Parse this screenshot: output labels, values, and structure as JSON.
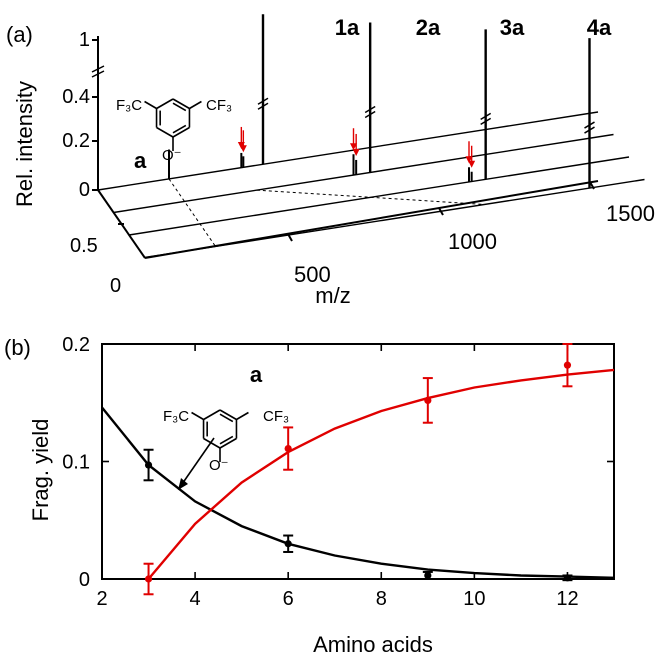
{
  "figure": {
    "panel_a_label": "(a)",
    "panel_b_label": "(b)"
  },
  "chart_data": [
    {
      "panel": "(a)",
      "type": "bar",
      "xlabel": "m/z",
      "ylabel": "Rel. intensity",
      "x_ticks": [
        "500",
        "1000",
        "1500"
      ],
      "y_ticks": [
        "0",
        "0.2",
        "0.4",
        "1"
      ],
      "depth_ticks": [
        "0",
        "0.5"
      ],
      "xlim": [
        0,
        1500
      ],
      "ylim": [
        0,
        1
      ],
      "axis_break": true,
      "peak_labels": [
        "a",
        "1a",
        "2a",
        "3a",
        "4a"
      ],
      "molecule_label": "a",
      "molecule_groups": [
        "F₃C",
        "CF₃",
        "O⁻"
      ],
      "traces": [
        {
          "peaks": [
            {
              "mz": 213,
              "y": 0.12,
              "label": "a"
            },
            {
              "mz": 430,
              "y": 0.06
            },
            {
              "mz": 436,
              "y": 0.045
            },
            {
              "mz": 495,
              "y": 1.0,
              "label": "1a"
            }
          ]
        },
        {
          "peaks": [
            {
              "mz": 720,
              "y": 0.085
            },
            {
              "mz": 728,
              "y": 0.06
            },
            {
              "mz": 770,
              "y": 1.0,
              "label": "2a"
            }
          ]
        },
        {
          "peaks": [
            {
              "mz": 1020,
              "y": 0.06
            },
            {
              "mz": 1028,
              "y": 0.04
            },
            {
              "mz": 1070,
              "y": 1.0,
              "label": "3a"
            }
          ]
        },
        {
          "peaks": [
            {
              "mz": 1335,
              "y": 1.0,
              "label": "4a"
            }
          ]
        }
      ],
      "highlight_color": "#e00000"
    },
    {
      "panel": "(b)",
      "type": "scatter",
      "xlabel": "Amino acids",
      "ylabel": "Frag. yield",
      "xlim": [
        2,
        13
      ],
      "ylim": [
        0,
        0.2
      ],
      "x_ticks": [
        "2",
        "4",
        "6",
        "8",
        "10",
        "12"
      ],
      "y_ticks": [
        "0",
        "0.1",
        "0.2"
      ],
      "molecule_label": "a",
      "molecule_groups": [
        "F₃C",
        "CF₃",
        "O⁻"
      ],
      "series": [
        {
          "color": "#000000",
          "points": [
            {
              "x": 3,
              "y": 0.097,
              "err": 0.013
            },
            {
              "x": 6,
              "y": 0.03,
              "err": 0.007
            },
            {
              "x": 9,
              "y": 0.003,
              "err": 0.003
            },
            {
              "x": 12,
              "y": 0.001,
              "err": 0.002
            }
          ],
          "fit": [
            [
              2,
              0.146
            ],
            [
              3,
              0.097
            ],
            [
              4,
              0.066
            ],
            [
              5,
              0.045
            ],
            [
              6,
              0.03
            ],
            [
              7,
              0.02
            ],
            [
              8,
              0.013
            ],
            [
              9,
              0.008
            ],
            [
              10,
              0.005
            ],
            [
              11,
              0.003
            ],
            [
              12,
              0.002
            ],
            [
              13,
              0.001
            ]
          ]
        },
        {
          "color": "#e00000",
          "points": [
            {
              "x": 3,
              "y": 0.0,
              "err": 0.013
            },
            {
              "x": 6,
              "y": 0.111,
              "err": 0.018
            },
            {
              "x": 9,
              "y": 0.152,
              "err": 0.019
            },
            {
              "x": 12,
              "y": 0.182,
              "err": 0.018
            }
          ],
          "fit": [
            [
              3,
              0.0
            ],
            [
              4,
              0.047
            ],
            [
              5,
              0.082
            ],
            [
              6,
              0.108
            ],
            [
              7,
              0.128
            ],
            [
              8,
              0.143
            ],
            [
              9,
              0.154
            ],
            [
              10,
              0.163
            ],
            [
              11,
              0.169
            ],
            [
              12,
              0.174
            ],
            [
              13,
              0.178
            ]
          ]
        }
      ]
    }
  ]
}
